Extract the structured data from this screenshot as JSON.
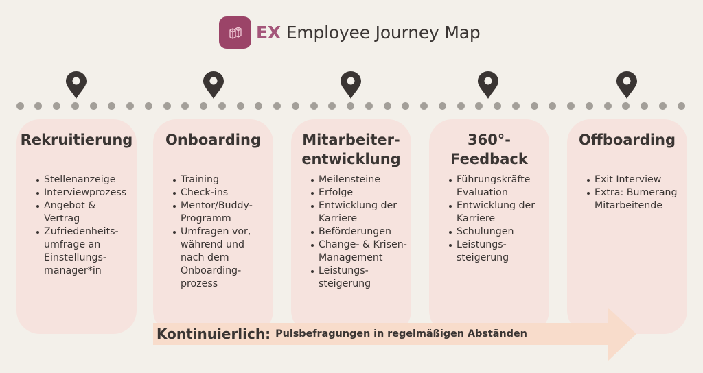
{
  "header": {
    "logo_icon": "hexagon-blocks-logo-icon",
    "brand_short": "EX",
    "title": "Employee Journey Map",
    "brand_color": "#9b4468",
    "brand_text_color": "#a4567a"
  },
  "timeline": {
    "pin_icon": "map-pin-icon",
    "dot_color": "#a39f99",
    "pin_color": "#3a3533"
  },
  "stages": [
    {
      "title": "Rekruitierung",
      "items": [
        "Stellenanzeige",
        "Interviewprozess",
        "Angebot & Vertrag",
        "Zufriedenheits-umfrage an Einstellungs-manager*in"
      ]
    },
    {
      "title": "Onboarding",
      "items": [
        "Training",
        "Check-ins",
        "Mentor/Buddy-Programm",
        "Umfragen vor, während und nach dem Onboarding-prozess"
      ]
    },
    {
      "title": "Mitarbeiter-entwicklung",
      "items": [
        "Meilensteine",
        "Erfolge",
        "Entwicklung der Karriere",
        "Beförderungen",
        "Change- & Krisen-Management",
        "Leistungs-steigerung"
      ]
    },
    {
      "title": "360°-Feedback",
      "items": [
        "Führungskräfte Evaluation",
        "Entwicklung der Karriere",
        "Schulungen",
        "Leistungs-steigerung"
      ]
    },
    {
      "title": "Offboarding",
      "items": [
        "Exit Interview",
        "Extra: Bumerang Mitarbeitende"
      ]
    }
  ],
  "stage_lines": [
    {
      "title": [
        "Rekruitierung"
      ],
      "items": [
        [
          "Stellenanzeige"
        ],
        [
          "Interviewprozess"
        ],
        [
          "Angebot &",
          "Vertrag"
        ],
        [
          "Zufriedenheits-",
          "umfrage an",
          "Einstellungs-",
          "manager*in"
        ]
      ]
    },
    {
      "title": [
        "Onboarding"
      ],
      "items": [
        [
          "Training"
        ],
        [
          "Check-ins"
        ],
        [
          "Mentor/Buddy-",
          "Programm"
        ],
        [
          "Umfragen vor,",
          "während und",
          "nach dem",
          "Onboarding-",
          "prozess"
        ]
      ]
    },
    {
      "title": [
        "Mitarbeiter-",
        "entwicklung"
      ],
      "items": [
        [
          "Meilensteine"
        ],
        [
          "Erfolge"
        ],
        [
          "Entwicklung der",
          "Karriere"
        ],
        [
          "Beförderungen"
        ],
        [
          "Change- & Krisen-",
          "Management"
        ],
        [
          "Leistungs-",
          "steigerung"
        ]
      ]
    },
    {
      "title": [
        "360°-",
        "Feedback"
      ],
      "items": [
        [
          "Führungskräfte",
          "Evaluation"
        ],
        [
          "Entwicklung der",
          "Karriere"
        ],
        [
          "Schulungen"
        ],
        [
          "Leistungs-",
          "steigerung"
        ]
      ]
    },
    {
      "title": [
        "Offboarding"
      ],
      "items": [
        [
          "Exit Interview"
        ],
        [
          "Extra: Bumerang",
          "Mitarbeitende"
        ]
      ]
    }
  ],
  "continuous": {
    "label": "Kontinuierlich:",
    "text": "Pulsbefragungen in regelmäßigen Abständen",
    "arrow_icon": "right-arrow-icon",
    "arrow_color": "#f8dccb"
  },
  "colors": {
    "background": "#f3f0ea",
    "card": "#f6e3de",
    "text": "#3a3533"
  }
}
